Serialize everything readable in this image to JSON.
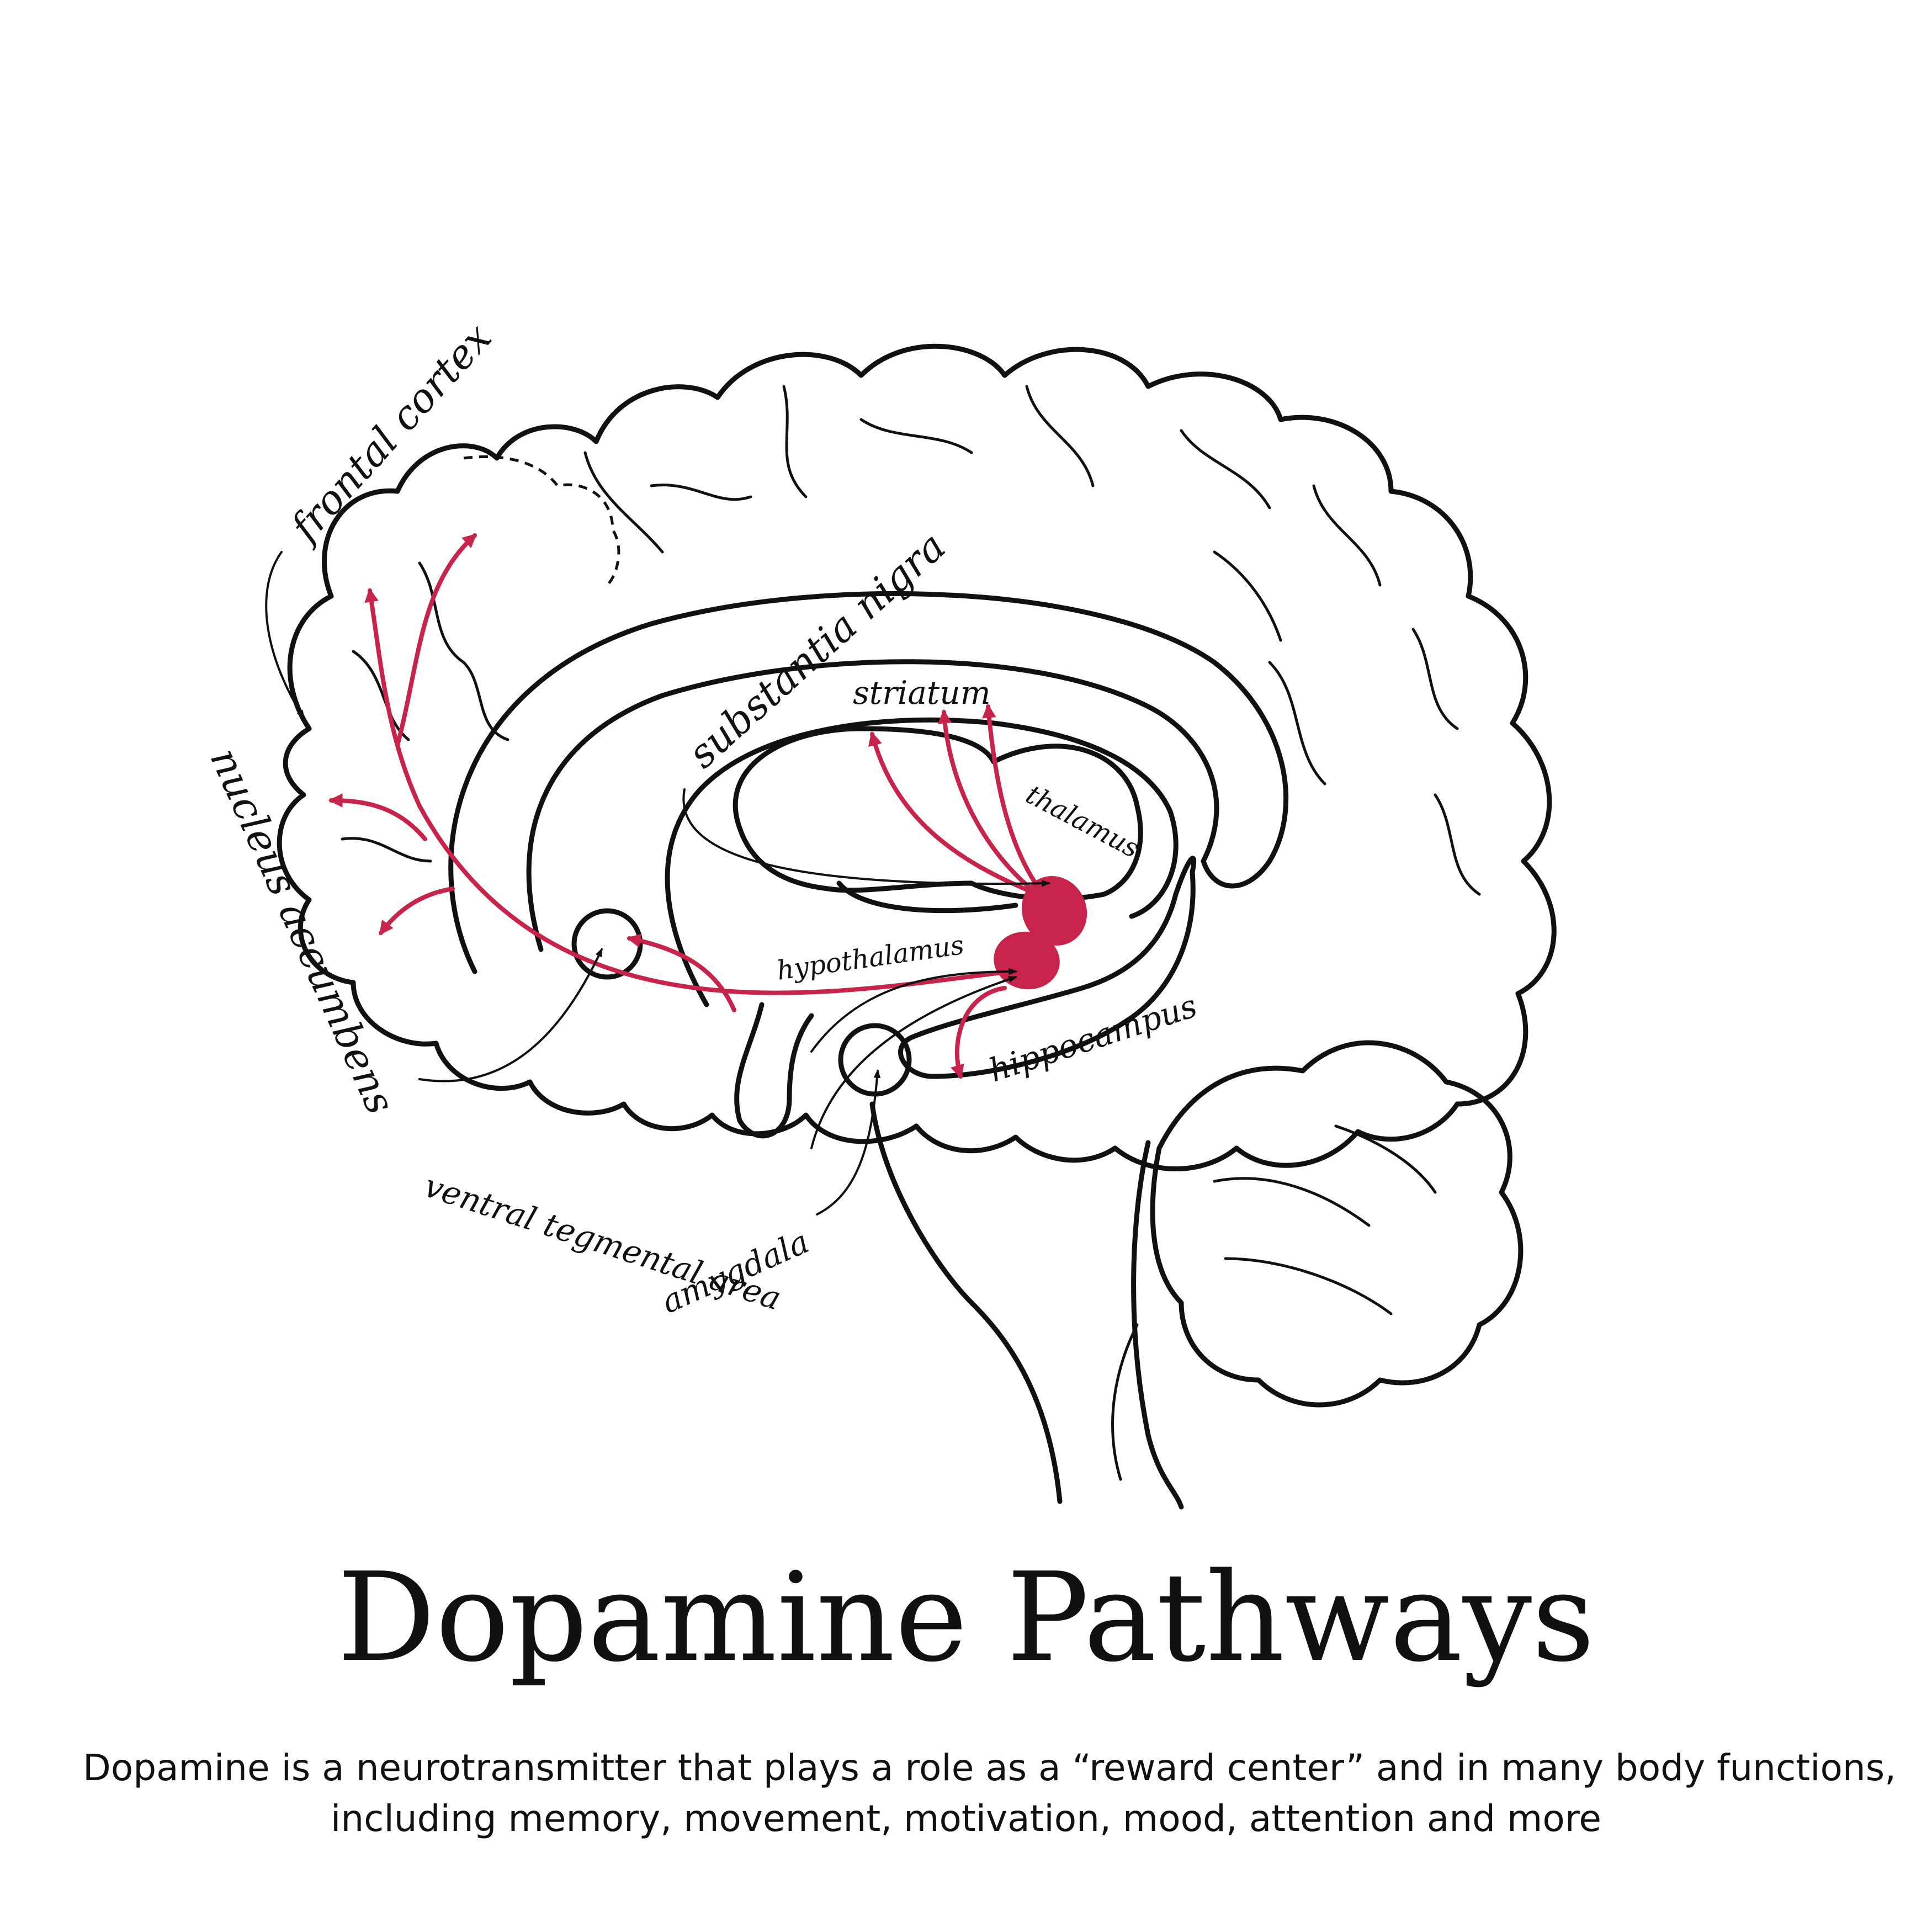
{
  "title": "Dopamine Pathways",
  "caption": {
    "line1": "Dopamine is a neurotransmitter that plays a role as a “reward center” and in many body functions,",
    "line2": "including memory, movement, motivation, mood, attention and more"
  },
  "labels": {
    "frontal_cortex": "frontal cortex",
    "nucleus_accumbens": "nucleus accumbens",
    "substantia_nigra": "substantia nigra",
    "striatum": "striatum",
    "thalamus": "thalamus",
    "hypothalamus": "hypothalamus",
    "hippocampus": "hippocampus",
    "ventral_tegmental_area": "ventral tegmental area",
    "amygdala": "amygdala"
  },
  "colors": {
    "pathway": "#c8234a",
    "outline": "#111111",
    "background": "#ffffff"
  }
}
